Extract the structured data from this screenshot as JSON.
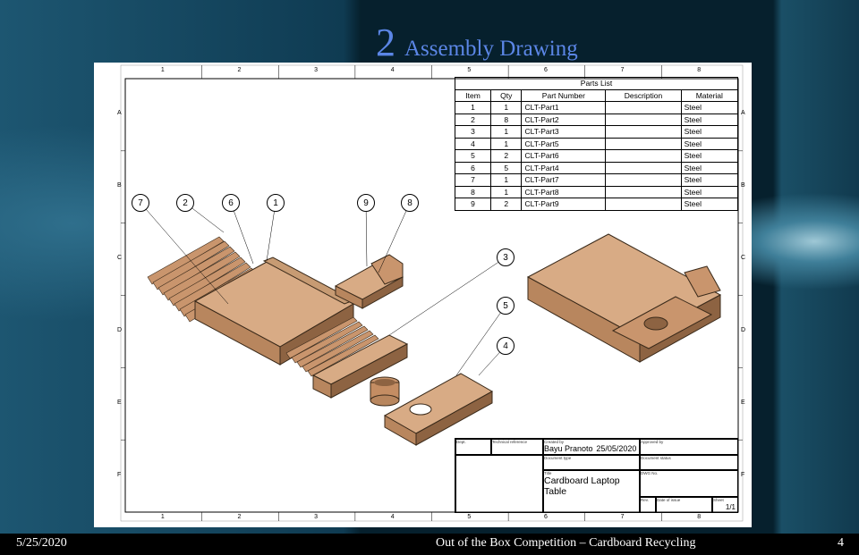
{
  "slide": {
    "number": "2",
    "title": "Assembly Drawing"
  },
  "footer": {
    "date": "5/25/2020",
    "caption": "Out of the Box Competition – Cardboard Recycling",
    "page": "4"
  },
  "drawing": {
    "columns": [
      "1",
      "2",
      "3",
      "4",
      "5",
      "6",
      "7",
      "8"
    ],
    "rows": [
      "A",
      "B",
      "C",
      "D",
      "E",
      "F"
    ],
    "balloons": [
      "7",
      "2",
      "6",
      "1",
      "9",
      "8",
      "3",
      "5",
      "4"
    ],
    "parts_list": {
      "title": "Parts List",
      "headers": [
        "Item",
        "Qty",
        "Part Number",
        "Description",
        "Material"
      ],
      "rows": [
        [
          "1",
          "1",
          "CLT-Part1",
          "",
          "Steel"
        ],
        [
          "2",
          "8",
          "CLT-Part2",
          "",
          "Steel"
        ],
        [
          "3",
          "1",
          "CLT-Part3",
          "",
          "Steel"
        ],
        [
          "4",
          "1",
          "CLT-Part5",
          "",
          "Steel"
        ],
        [
          "5",
          "2",
          "CLT-Part6",
          "",
          "Steel"
        ],
        [
          "6",
          "5",
          "CLT-Part4",
          "",
          "Steel"
        ],
        [
          "7",
          "1",
          "CLT-Part7",
          "",
          "Steel"
        ],
        [
          "8",
          "1",
          "CLT-Part8",
          "",
          "Steel"
        ],
        [
          "9",
          "2",
          "CLT-Part9",
          "",
          "Steel"
        ]
      ]
    },
    "title_block": {
      "dept": "Dept.",
      "technical_reference": "Technical reference",
      "created_by_label": "Created by",
      "created_by": "Bayu Pranoto",
      "created_date": "25/05/2020",
      "approved_by_label": "Approved by",
      "document_type_label": "Document type",
      "document_status_label": "Document status",
      "title_label": "Title",
      "title": "Cardboard Laptop Table",
      "dwg_no_label": "DWG No.",
      "rev_label": "Rev.",
      "date_of_issue_label": "Date of issue",
      "sheet_label": "Sheet",
      "sheet": "1/1"
    }
  }
}
